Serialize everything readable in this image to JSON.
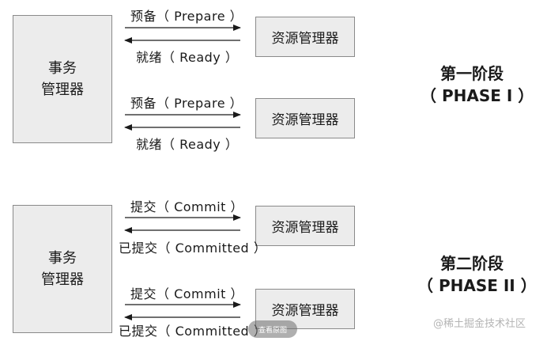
{
  "phase1": {
    "tm_line1": "事务",
    "tm_line2": "管理器",
    "rm": "资源管理器",
    "request": "预备（ Prepare ）",
    "reply": "就绪（ Ready ）",
    "title": "第一阶段",
    "subtitle": "（ PHASE I ）"
  },
  "phase2": {
    "tm_line1": "事务",
    "tm_line2": "管理器",
    "rm": "资源管理器",
    "request": "提交（ Commit ）",
    "reply": "已提交（ Committed ）",
    "title": "第二阶段",
    "subtitle": "（ PHASE II ）"
  },
  "overlay": {
    "pill": "查看原图",
    "watermark": "@稀土掘金技术社区"
  }
}
